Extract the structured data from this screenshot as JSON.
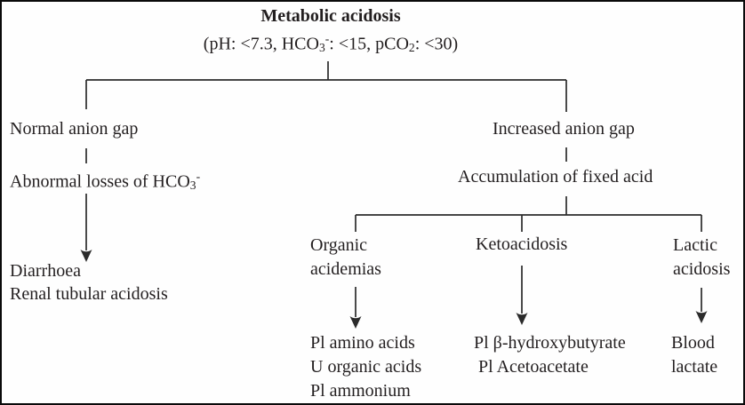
{
  "colors": {
    "text": "#231f20",
    "line": "#2b2b2b",
    "background": "#fefefe",
    "frame_border": "#0a0a0a"
  },
  "root": {
    "title": "Metabolic acidosis",
    "criteria": {
      "p1": "(pH: <7.3, HCO",
      "sub1": "3",
      "sup1": "-",
      "p2": ": <15, pCO",
      "sub2": "2",
      "p3": ": <30)"
    }
  },
  "left_branch": {
    "label": "Normal anion gap",
    "mechanism": {
      "p1": "Abnormal losses of HCO",
      "sub1": "3",
      "sup1": "-"
    },
    "outcomes": [
      "Diarrhoea",
      "Renal tubular acidosis"
    ]
  },
  "right_branch": {
    "label": "Increased anion gap",
    "mechanism": "Accumulation of fixed acid",
    "children": [
      {
        "label_lines": [
          "Organic",
          "acidemias"
        ],
        "markers": [
          "Pl amino acids",
          "U organic acids",
          "Pl ammonium"
        ]
      },
      {
        "label_lines": [
          "Ketoacidosis"
        ],
        "markers": [
          "Pl β-hydroxybutyrate",
          "Pl Acetoacetate"
        ]
      },
      {
        "label_lines": [
          "Lactic",
          "acidosis"
        ],
        "markers": [
          "Blood",
          "lactate"
        ]
      }
    ]
  }
}
